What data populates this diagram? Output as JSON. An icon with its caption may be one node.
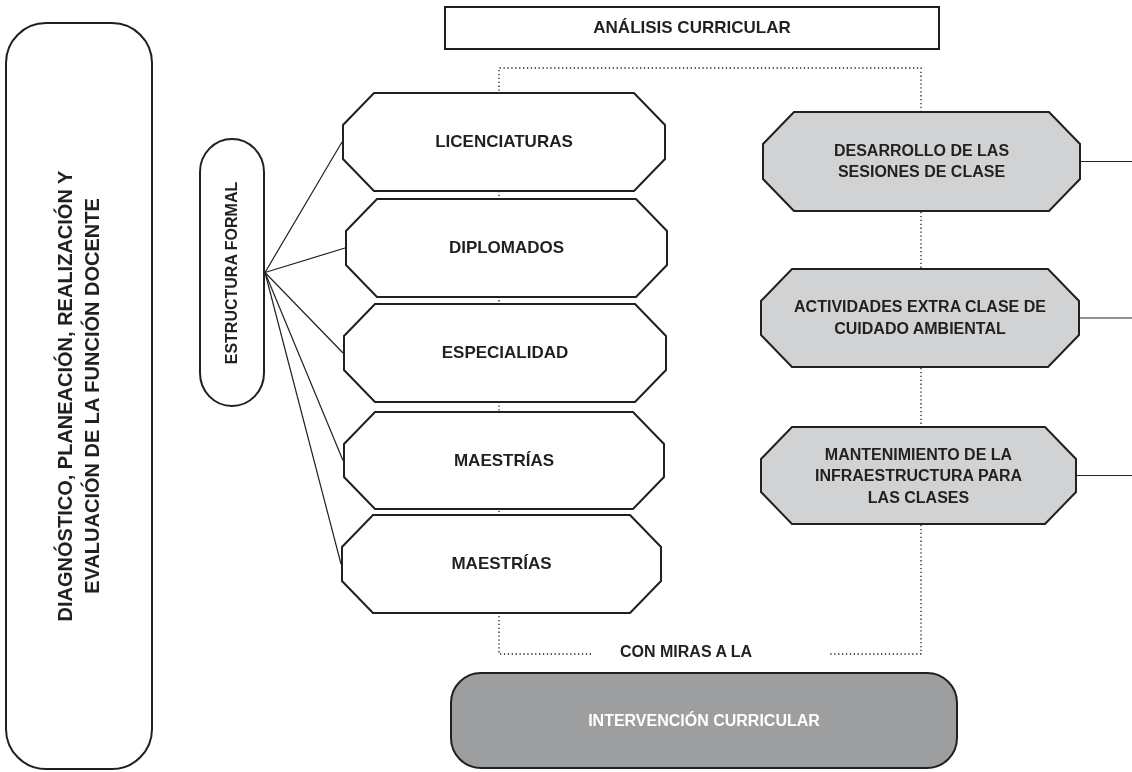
{
  "diagram": {
    "nodes": [
      {
        "text": [
          "DIAGNÓSTICO, PLANEACIÓN, REALIZACIÓN Y EVALUACIÓN DE LA FUNCIÓN DOCENTE"
        ]
      },
      {
        "text": [
          "ANÁLISIS CURRICULAR"
        ]
      },
      {
        "text": [
          "ESTRUCTURA FORMAL"
        ]
      },
      {
        "text": [
          "LICENCIATURAS"
        ]
      },
      {
        "text": [
          "DIPLOMADOS"
        ]
      },
      {
        "text": [
          "ESPECIALIDAD"
        ]
      },
      {
        "text": [
          "MAESTRÍAS"
        ]
      },
      {
        "text": [
          "MAESTRÍAS"
        ]
      },
      {
        "text": [
          "DESARROLLO DE LAS SESIONES DE CLASE"
        ]
      },
      {
        "text": [
          "ACTIVIDADES EXTRA CLASE DE CUIDADO AMBIENTAL"
        ]
      },
      {
        "text": [
          "MANTENIMIENTO DE LA INFRAESTRUCTURA PARA LAS CLASES"
        ]
      },
      {
        "text": [
          "INTERVENCIÓN CURRICULAR"
        ]
      }
    ],
    "edges": [
      {
        "from": 2,
        "to": 3,
        "arrow": "none"
      },
      {
        "from": 2,
        "to": 4,
        "arrow": "none"
      },
      {
        "from": 2,
        "to": 5,
        "arrow": "none"
      },
      {
        "from": 2,
        "to": 6,
        "arrow": "none"
      },
      {
        "from": 2,
        "to": 7,
        "arrow": "none"
      },
      {
        "from": 8,
        "to": 9,
        "arrow": "none",
        "style": "dashed"
      },
      {
        "from": 9,
        "to": 10,
        "arrow": "none",
        "style": "dashed"
      },
      {
        "from": 8,
        "to": null,
        "arrow": "none"
      },
      {
        "from": 9,
        "to": null,
        "arrow": "none"
      },
      {
        "from": 10,
        "to": null,
        "arrow": "none"
      }
    ],
    "labels": [
      "CON MIRAS A LA"
    ]
  }
}
